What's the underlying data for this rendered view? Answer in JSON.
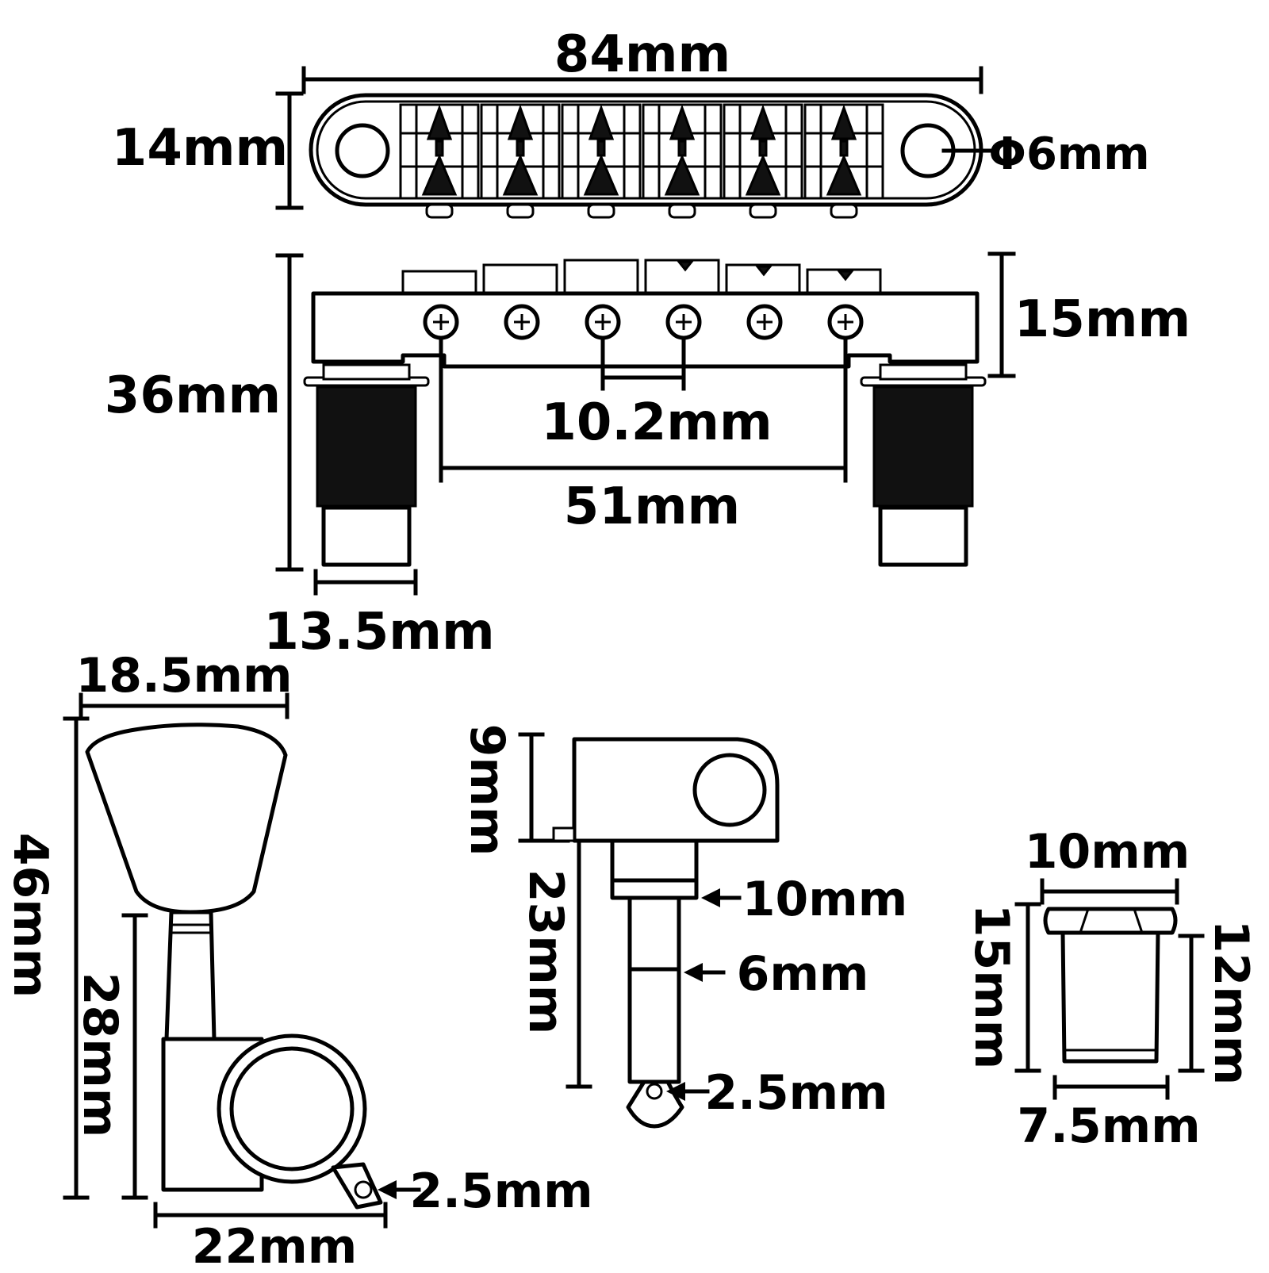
{
  "bridge_top": {
    "length_label": "84mm",
    "width_label": "14mm",
    "hole_label": "Φ6mm",
    "saddle_count": 6
  },
  "bridge_side": {
    "height_label": "15mm",
    "total_height_label": "36mm",
    "saddle_spacing_label": "10.2mm",
    "outer_span_label": "51mm",
    "post_width_label": "13.5mm"
  },
  "tuner_front": {
    "knob_width_label": "18.5mm",
    "total_height_label": "46mm",
    "body_height_label": "28mm",
    "hole_label": "2.5mm",
    "base_width_label": "22mm"
  },
  "tuner_side": {
    "body_height_label": "9mm",
    "post_length_label": "23mm",
    "bushing_label": "10mm",
    "post_label": "6mm",
    "slot_label": "2.5mm"
  },
  "bushing": {
    "top_width_label": "10mm",
    "total_height_label": "15mm",
    "body_height_label": "12mm",
    "bottom_width_label": "7.5mm"
  },
  "colors": {
    "ink": "#000000",
    "background": "#ffffff"
  }
}
